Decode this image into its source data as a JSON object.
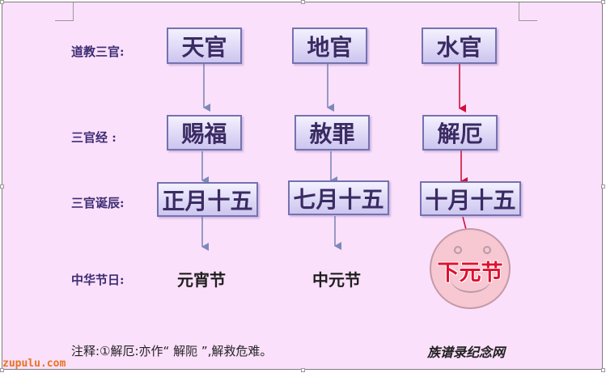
{
  "rows": {
    "sanguan": "道教三官:",
    "jing": "三官经 :",
    "danchen": "三官诞辰:",
    "jieri": "中华节日:"
  },
  "officials": {
    "tian": "天官",
    "di": "地官",
    "shui": "水官"
  },
  "scriptures": {
    "cifu": "赐福",
    "shezui": "赦罪",
    "jiee": "解厄"
  },
  "birthdays": {
    "tian": "正月十五",
    "di": "七月十五",
    "shui": "十月十五"
  },
  "festivals": {
    "shangyuan": "元宵节",
    "zhongyuan": "中元节",
    "xiayuan": "下元节"
  },
  "note": "注释:①解厄:亦作“ 解阨 ”,解救危难。",
  "source": "族谱录纪念网",
  "watermark": "zupulu.com",
  "colors": {
    "background": "#fbe0fb",
    "box_border": "#7472b0",
    "arrow_blue": "#7c88b8",
    "arrow_red": "#d0103a",
    "highlight_red": "#e0102f"
  }
}
